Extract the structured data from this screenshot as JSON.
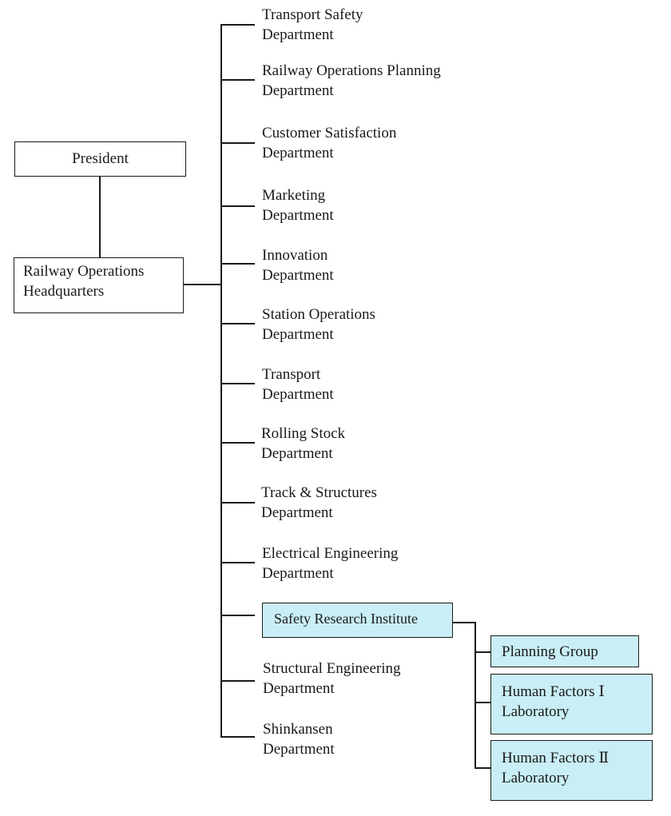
{
  "president": {
    "label": "President"
  },
  "headquarters": {
    "line1": "Railway Operations",
    "line2": "Headquarters"
  },
  "departments": [
    {
      "line1": "Transport Safety",
      "line2": "Department"
    },
    {
      "line1": "Railway Operations Planning",
      "line2": "Department"
    },
    {
      "line1": "Customer Satisfaction",
      "line2": "Department"
    },
    {
      "line1": "Marketing",
      "line2": "Department"
    },
    {
      "line1": "Innovation",
      "line2": "Department"
    },
    {
      "line1": "Station Operations",
      "line2": "Department"
    },
    {
      "line1": "Transport",
      "line2": "Department"
    },
    {
      "line1": "Rolling Stock",
      "line2": "Department"
    },
    {
      "line1": "Track & Structures",
      "line2": "Department"
    },
    {
      "line1": "Electrical Engineering",
      "line2": "Department"
    },
    {
      "line1": "Safety Research Institute"
    },
    {
      "line1": "Structural Engineering",
      "line2": "Department"
    },
    {
      "line1": "Shinkansen",
      "line2": "Department"
    }
  ],
  "institute_units": [
    {
      "line1": "Planning Group"
    },
    {
      "line1": "Human Factors Ⅰ",
      "line2": "Laboratory"
    },
    {
      "line1": "Human Factors Ⅱ",
      "line2": "Laboratory"
    }
  ],
  "colors": {
    "highlight": "#c9eef5",
    "line": "#1a1a1a"
  }
}
